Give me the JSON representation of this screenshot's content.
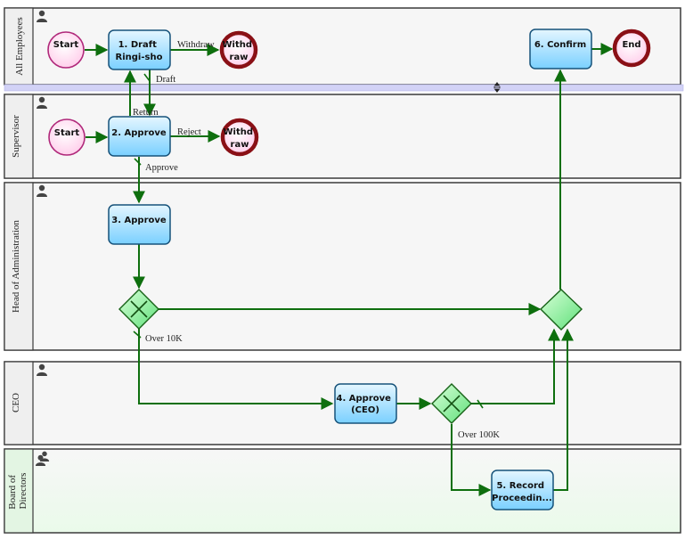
{
  "lanes": [
    {
      "id": "all",
      "label": "All Employees"
    },
    {
      "id": "sup",
      "label": "Supervisor"
    },
    {
      "id": "hoa",
      "label": "Head of Administration"
    },
    {
      "id": "ceo",
      "label": "CEO"
    },
    {
      "id": "bod",
      "label": "Board of Directors",
      "label_lines": [
        "Board of",
        "Directors"
      ]
    }
  ],
  "nodes": {
    "start1": {
      "label": "Start"
    },
    "draft": {
      "label_lines": [
        "1. Draft",
        "Ringi-sho"
      ]
    },
    "withdraw1": {
      "label_lines": [
        "Withd",
        "raw"
      ]
    },
    "confirm": {
      "label_lines": [
        "6. Confirm"
      ]
    },
    "end": {
      "label": "End"
    },
    "start2": {
      "label": "Start"
    },
    "approve2": {
      "label_lines": [
        "2. Approve"
      ]
    },
    "withdraw2": {
      "label_lines": [
        "Withd",
        "raw"
      ]
    },
    "approve3": {
      "label_lines": [
        "3. Approve"
      ]
    },
    "approve4": {
      "label_lines": [
        "4. Approve",
        "(CEO)"
      ]
    },
    "record5": {
      "label_lines": [
        "5. Record",
        "Proceedin..."
      ]
    }
  },
  "edge_labels": {
    "withdraw": "Withdraw",
    "draft": "Draft",
    "return": "Return",
    "reject": "Reject",
    "approve": "Approve",
    "over10k": "Over 10K",
    "over100k": "Over 100K"
  },
  "colors": {
    "flow": "#0e6f0e",
    "task_fill_top": "#dff3ff",
    "task_fill_bottom": "#7fd3ff",
    "task_stroke": "#16527a",
    "start_fill": "#ffd9ef",
    "start_stroke": "#b0287a",
    "end_stroke": "#8a1016",
    "gateway_fill": "#8ff0a0",
    "lane_border": "#3a3a3a"
  },
  "icons": {
    "lane_role": "person-icon",
    "lane_group": "people-icon",
    "splitter": "resize-handle-icon"
  }
}
